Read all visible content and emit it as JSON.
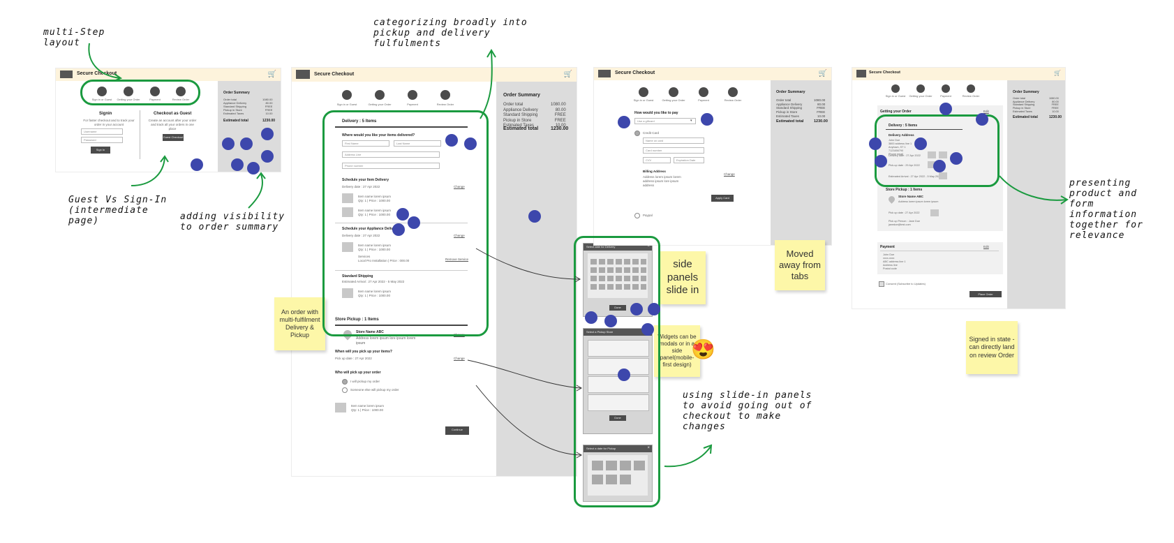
{
  "annotations": {
    "multi_step": "multi-Step layout",
    "categorizing": "categorizing broadly into pickup and delivery fulfulments",
    "guest_vs_signin": "Guest Vs Sign-In (intermediate page)",
    "adding_visibility": "adding visibility to order summary",
    "slide_in_panels": "using slide-in panels to avoid going out of checkout to make changes",
    "presenting": "presenting product and form information together for relevance"
  },
  "stickies": {
    "multi_fulfilment": "An order with multi-fulfilment Delivery & Pickup",
    "side_panels": "side panels slide in",
    "widgets": "Widgets can be modals or in a side panel(mobile-first design)",
    "moved_away": "Moved away from tabs",
    "signed_in": "Signed in state - can directly land on review Order"
  },
  "emoji": "😍",
  "header": {
    "title": "Secure Checkout",
    "cart_icon": "cart-icon"
  },
  "steps": [
    "Sign in or Guest",
    "Getting your Order",
    "Payment",
    "Review Order"
  ],
  "summary": {
    "title": "Order Summary",
    "rows": [
      "Order total",
      "Appliance Delivery",
      "Standard Shipping",
      "Pickup in Store",
      "Estimated Taxes"
    ],
    "values": [
      "1080.00",
      "80.00",
      "FREE",
      "FREE",
      "10.00"
    ],
    "total_label": "Estimated total",
    "total_value": "1230.00"
  },
  "screen1": {
    "signin_title": "Signin",
    "signin_text": "For faster checkout and to track your order in your account",
    "username": "Username",
    "password": "Password",
    "signin_btn": "Sign In",
    "guest_title": "Checkout as Guest",
    "guest_text": "Create an account after your order and track all your orders in one place",
    "guest_btn": "Guest Checkout"
  },
  "screen2": {
    "delivery_title": "Delivery : 5 Items",
    "where_q": "Where would you like your items delivered?",
    "first_name": "First Name",
    "last_name": "Last Name",
    "address": "Address Line",
    "phone": "Phone number",
    "sched_item": "Schedule your Item Delivery",
    "delivery_date": "Delivery date : 27 Apr 2022",
    "change": "Change",
    "item_text": "Item name lorem ipsum",
    "item_qty": "Qty: 1 | Price : 1000.00",
    "sched_appliance": "Schedule your Appliance Delivery",
    "services": "Services",
    "services_text": "Local Pro Installation | Price : 000.00",
    "remove_service": "Remove Service",
    "std_shipping": "Standard Shipping",
    "est_arrival": "Estimated Arrival : 27 Apr 2022 - 5 May 2022",
    "pickup_title": "Store Pickup : 1 Items",
    "store_name": "Store Name ABC",
    "store_addr": "Address lorem ipsum lore ipsum lorem ipsum",
    "when_pickup": "When will you pick up your items?",
    "pickup_date": "Pick up date : 27 Apr 2022",
    "who_pickup": "Who will pick up your order",
    "pickup_self": "I will pickup my order",
    "pickup_other": "Someone else will pickup my order",
    "continue": "Continue"
  },
  "panels": {
    "p1_title": "Select date for Delivery",
    "p1_btn": "Done",
    "p2_title": "Select a Pickup Store",
    "p2_btn": "Done",
    "p3_title": "Select a date for Pickup"
  },
  "screen3": {
    "pay_q": "How would you like to pay",
    "pay_select": "Use a giftcard",
    "credit_card": "Credit Card",
    "name_on_card": "Name on card",
    "card_number": "Card number",
    "cvv": "CVV",
    "expiry": "Expiration Date",
    "billing": "Billing Address",
    "billing_text": "Address lorem ipsum lorem address ipsum lore ipsum address",
    "change": "Change",
    "paypal": "Paypal",
    "apply_btn": "Apply Card"
  },
  "screen4": {
    "getting": "Getting your Order",
    "edit": "Edit",
    "delivery": "Delivery : 5 Items",
    "delivery_address": "Delivery Address",
    "address_lines": "John Doe\n3800 address line 1\nAnytown, ST 1\n7123456790\nPhone email",
    "date1": "Delivery date : 27 Apr 2022",
    "date2": "Pick-up date : 29 Apr 2022",
    "date3": "Estimated Arrival : 27 Apr 2022 - 5 May 2022",
    "pickup": "Store Pickup : 1 Items",
    "store_name": "Store Name ABC",
    "store_addr": "Address lorem ipsum lorem ipsum",
    "pickup_date": "Pick up date : 27 Apr 2022",
    "pickup_person": "Pick up Person : Jane Doe\njanedoe@test.com",
    "payment": "Payment",
    "payment_lines": "John Doe\nxxxx-xxxx\nABC address line 1\nAddress line\nPostal code",
    "consent": "Consent (Subscribe to Updates)",
    "place_order": "Place Order"
  }
}
